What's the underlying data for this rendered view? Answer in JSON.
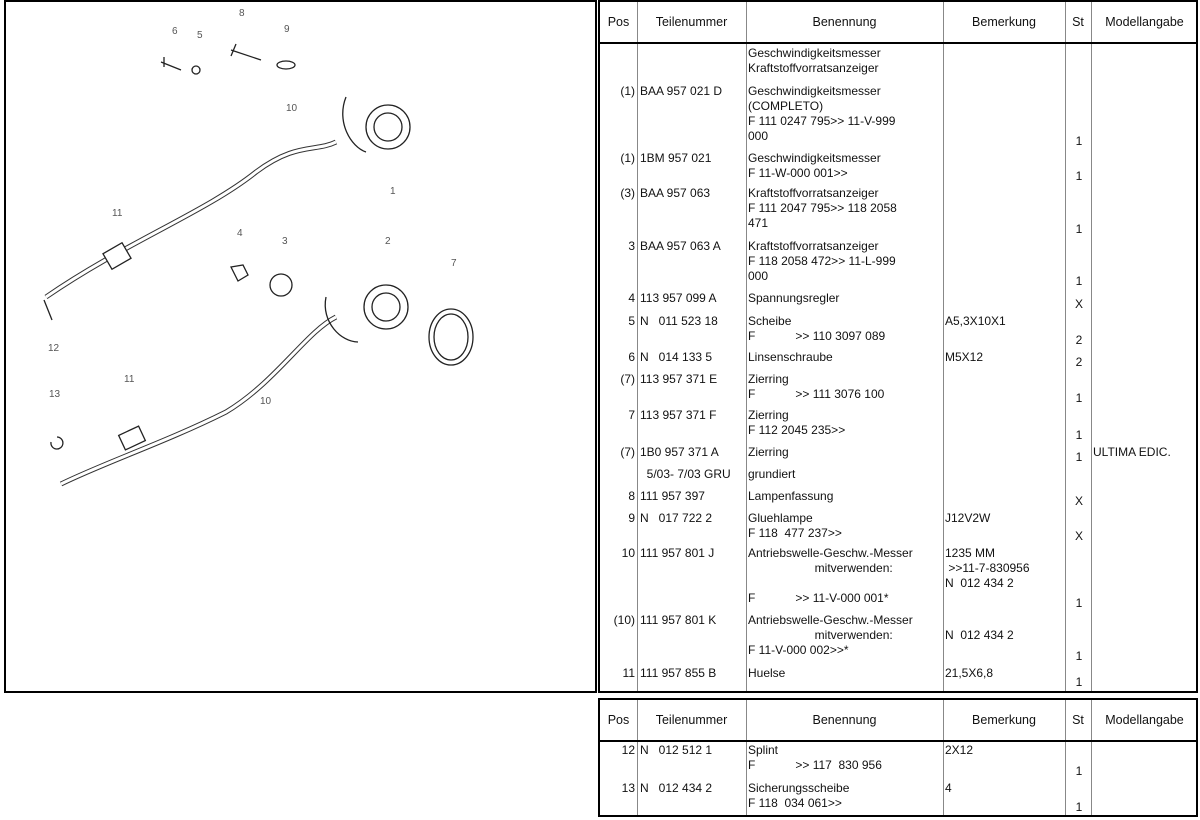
{
  "columns": {
    "pos": "Pos",
    "part": "Teilenummer",
    "desc": "Benennung",
    "rem": "Bemerkung",
    "st": "St",
    "model": "Modellangabe"
  },
  "callouts": [
    "6",
    "5",
    "8",
    "9",
    "10",
    "1",
    "11",
    "4",
    "3",
    "2",
    "7",
    "12",
    "10",
    "11",
    "13"
  ],
  "table1": [
    {
      "pos": "",
      "part": "",
      "desc": "Geschwindigkeitsmesser\nKraftstoffvorratsanzeiger",
      "rem": "",
      "st": "",
      "model": ""
    },
    {
      "pos": "(1)",
      "part": "BAA 957 021 D",
      "desc": "Geschwindigkeitsmesser\n(COMPLETO)\nF 111 0247 795>> 11-V-999\n000",
      "rem": "",
      "st": "1",
      "model": ""
    },
    {
      "pos": "(1)",
      "part": "1BM 957 021",
      "desc": "Geschwindigkeitsmesser\nF 11-W-000 001>>",
      "rem": "",
      "st": "1",
      "model": ""
    },
    {
      "pos": "(3)",
      "part": "BAA 957 063",
      "desc": "Kraftstoffvorratsanzeiger\nF 111 2047 795>> 118 2058\n471",
      "rem": "",
      "st": "1",
      "model": ""
    },
    {
      "pos": "3",
      "part": "BAA 957 063 A",
      "desc": "Kraftstoffvorratsanzeiger\nF 118 2058 472>> 11-L-999\n000",
      "rem": "",
      "st": "1",
      "model": ""
    },
    {
      "pos": "4",
      "part": "113 957 099 A",
      "desc": "Spannungsregler",
      "rem": "",
      "st": "X",
      "model": ""
    },
    {
      "pos": "5",
      "part": "N   011 523 18",
      "desc": "Scheibe\nF            >> 110 3097 089",
      "rem": "A5,3X10X1",
      "st": "2",
      "model": ""
    },
    {
      "pos": "6",
      "part": "N   014 133 5",
      "desc": "Linsenschraube",
      "rem": "M5X12",
      "st": "2",
      "model": ""
    },
    {
      "pos": "(7)",
      "part": "113 957 371 E",
      "desc": "Zierring\nF            >> 111 3076 100",
      "rem": "",
      "st": "1",
      "model": ""
    },
    {
      "pos": "7",
      "part": "113 957 371 F",
      "desc": "Zierring\nF 112 2045 235>>",
      "rem": "",
      "st": "1",
      "model": ""
    },
    {
      "pos": "(7)",
      "part": "1B0 957 371 A",
      "desc": "Zierring",
      "rem": "",
      "st": "1",
      "model": "ULTIMA EDIC."
    },
    {
      "pos": "",
      "part": "  5/03- 7/03 GRU",
      "desc": "grundiert",
      "rem": "",
      "st": "",
      "model": ""
    },
    {
      "pos": "8",
      "part": "111 957 397",
      "desc": "Lampenfassung",
      "rem": "",
      "st": "X",
      "model": ""
    },
    {
      "pos": "9",
      "part": "N   017 722 2",
      "desc": "Gluehlampe\nF 118  477 237>>",
      "rem": "J12V2W",
      "st": "X",
      "model": ""
    },
    {
      "pos": "10",
      "part": "111 957 801 J",
      "desc": "Antriebswelle-Geschw.-Messer\n                    mitverwenden:",
      "rem": "1235 MM\n >>11-7-830956\nN  012 434 2",
      "st": "",
      "model": ""
    },
    {
      "pos": "",
      "part": "",
      "desc": "F            >> 11-V-000 001*",
      "rem": "",
      "st": "1",
      "model": ""
    },
    {
      "pos": "(10)",
      "part": "111 957 801 K",
      "desc": "Antriebswelle-Geschw.-Messer\n                    mitverwenden:\nF 11-V-000 002>>*",
      "rem": "\nN  012 434 2",
      "st": "1",
      "model": ""
    },
    {
      "pos": "11",
      "part": "111 957 855 B",
      "desc": "Huelse",
      "rem": "21,5X6,8",
      "st": "1",
      "model": ""
    }
  ],
  "table2": [
    {
      "pos": "12",
      "part": "N   012 512 1",
      "desc": "Splint\nF            >> 117  830 956",
      "rem": "2X12",
      "st": "1",
      "model": ""
    },
    {
      "pos": "13",
      "part": "N   012 434 2",
      "desc": "Sicherungsscheibe\nF 118  034 061>>",
      "rem": "4",
      "st": "1",
      "model": ""
    }
  ]
}
